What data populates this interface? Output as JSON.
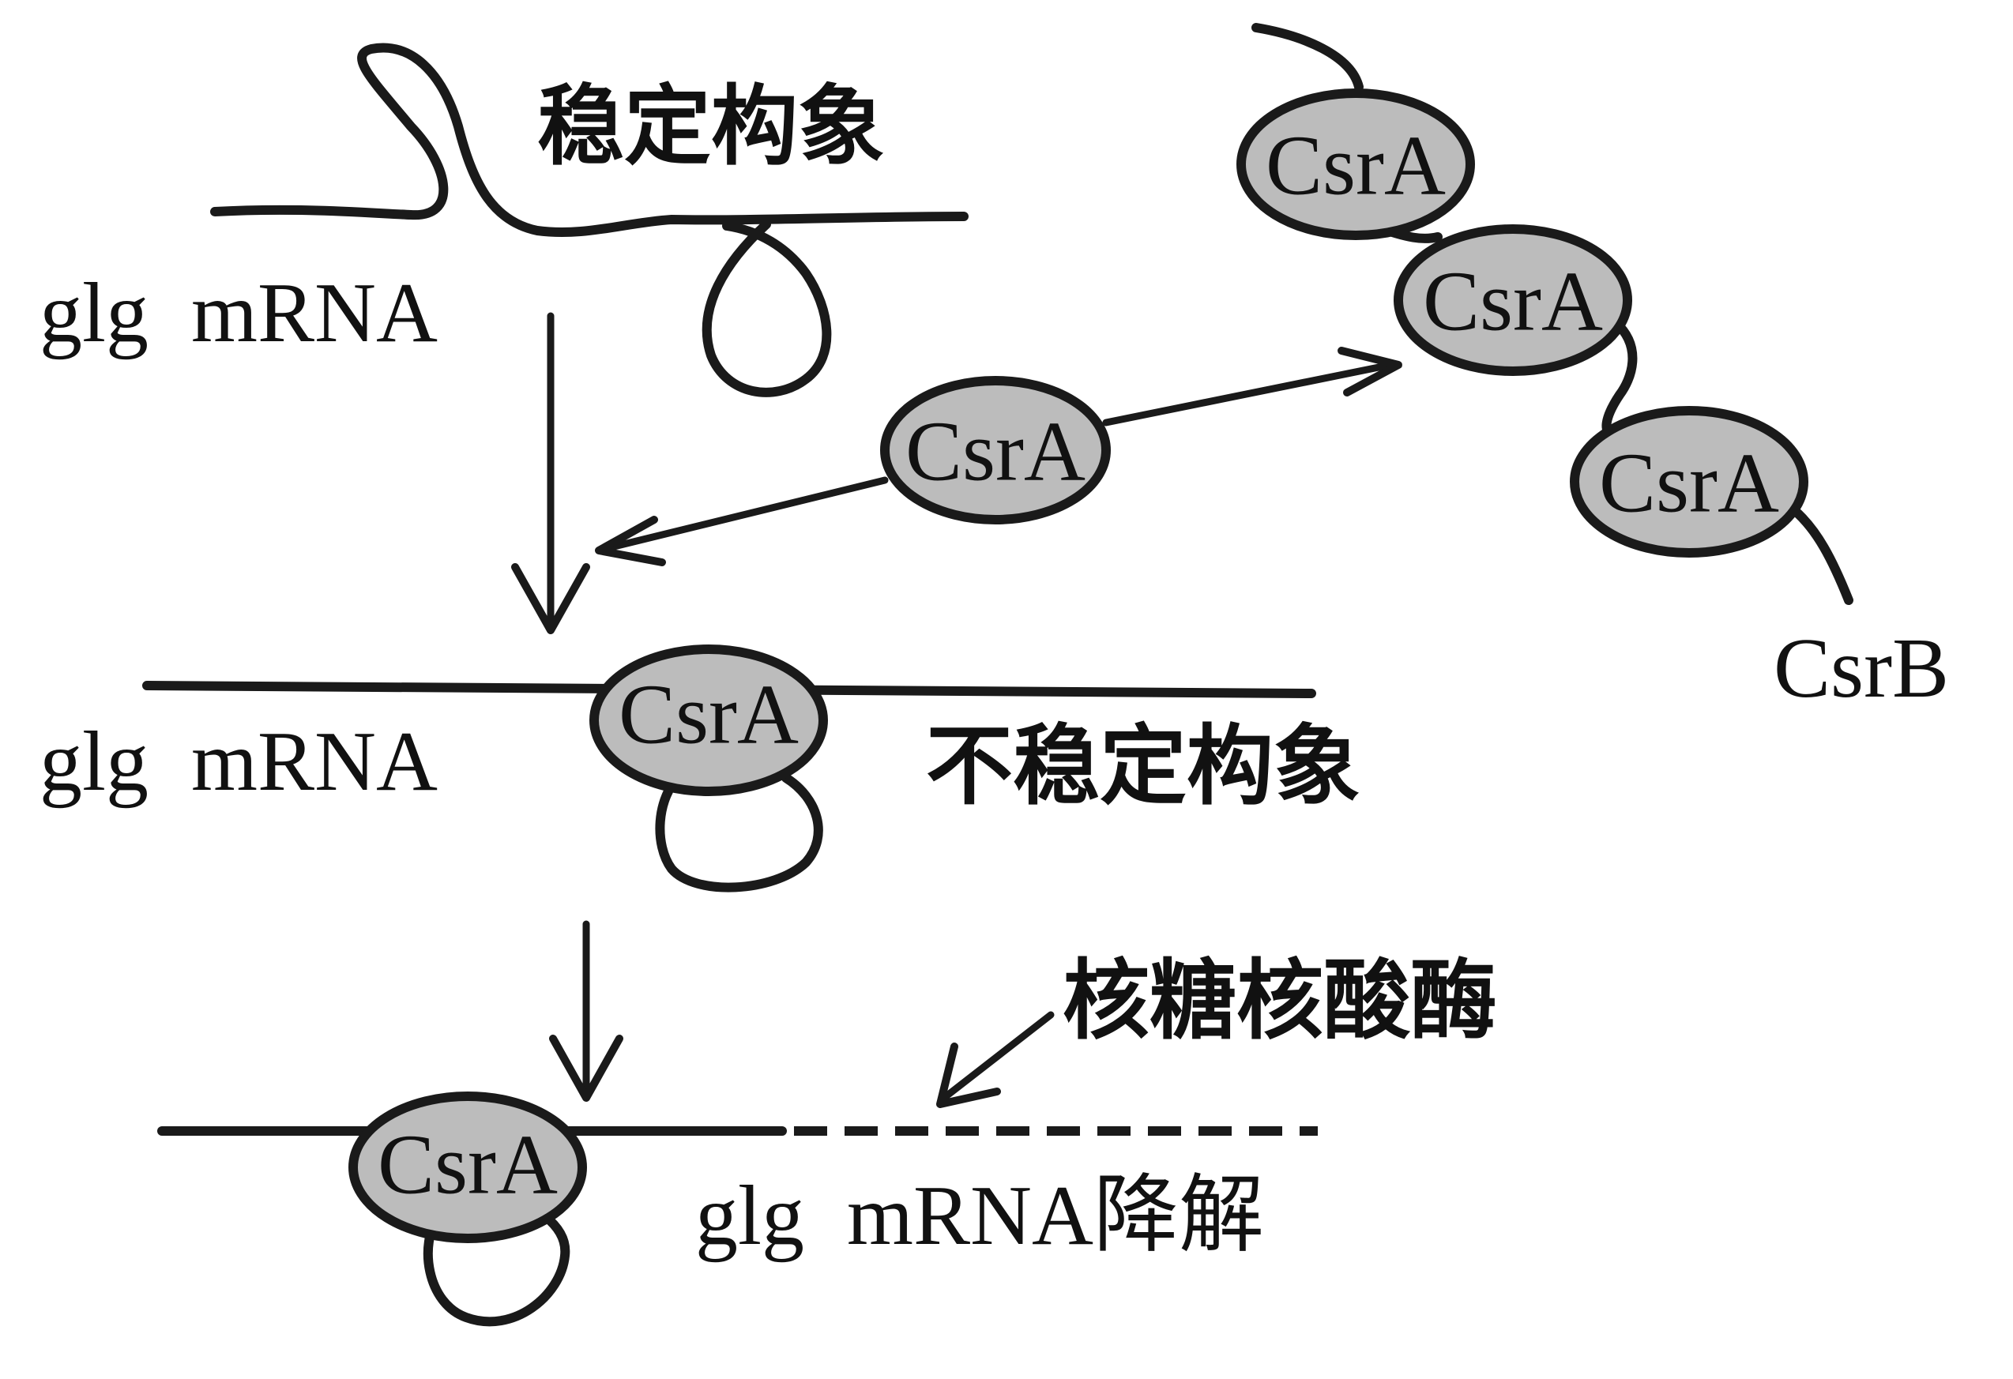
{
  "labels": {
    "stable_conformation": "稳定构象",
    "unstable_conformation": "不稳定构象",
    "ribonuclease": "核糖核酸酶",
    "glg_mrna_top": "glg  mRNA",
    "glg_mrna_middle": "glg  mRNA",
    "glg_mrna_degraded": "glg  mRNA降解",
    "csrb": "CsrB"
  },
  "proteins": {
    "free": "CsrA",
    "csrb_bound_1": "CsrA",
    "csrb_bound_2": "CsrA",
    "csrb_bound_3": "CsrA",
    "mrna_bound": "CsrA",
    "degradation_bound": "CsrA"
  },
  "colors": {
    "protein_fill": "#bcbcbc",
    "stroke": "#1a1a1a"
  }
}
